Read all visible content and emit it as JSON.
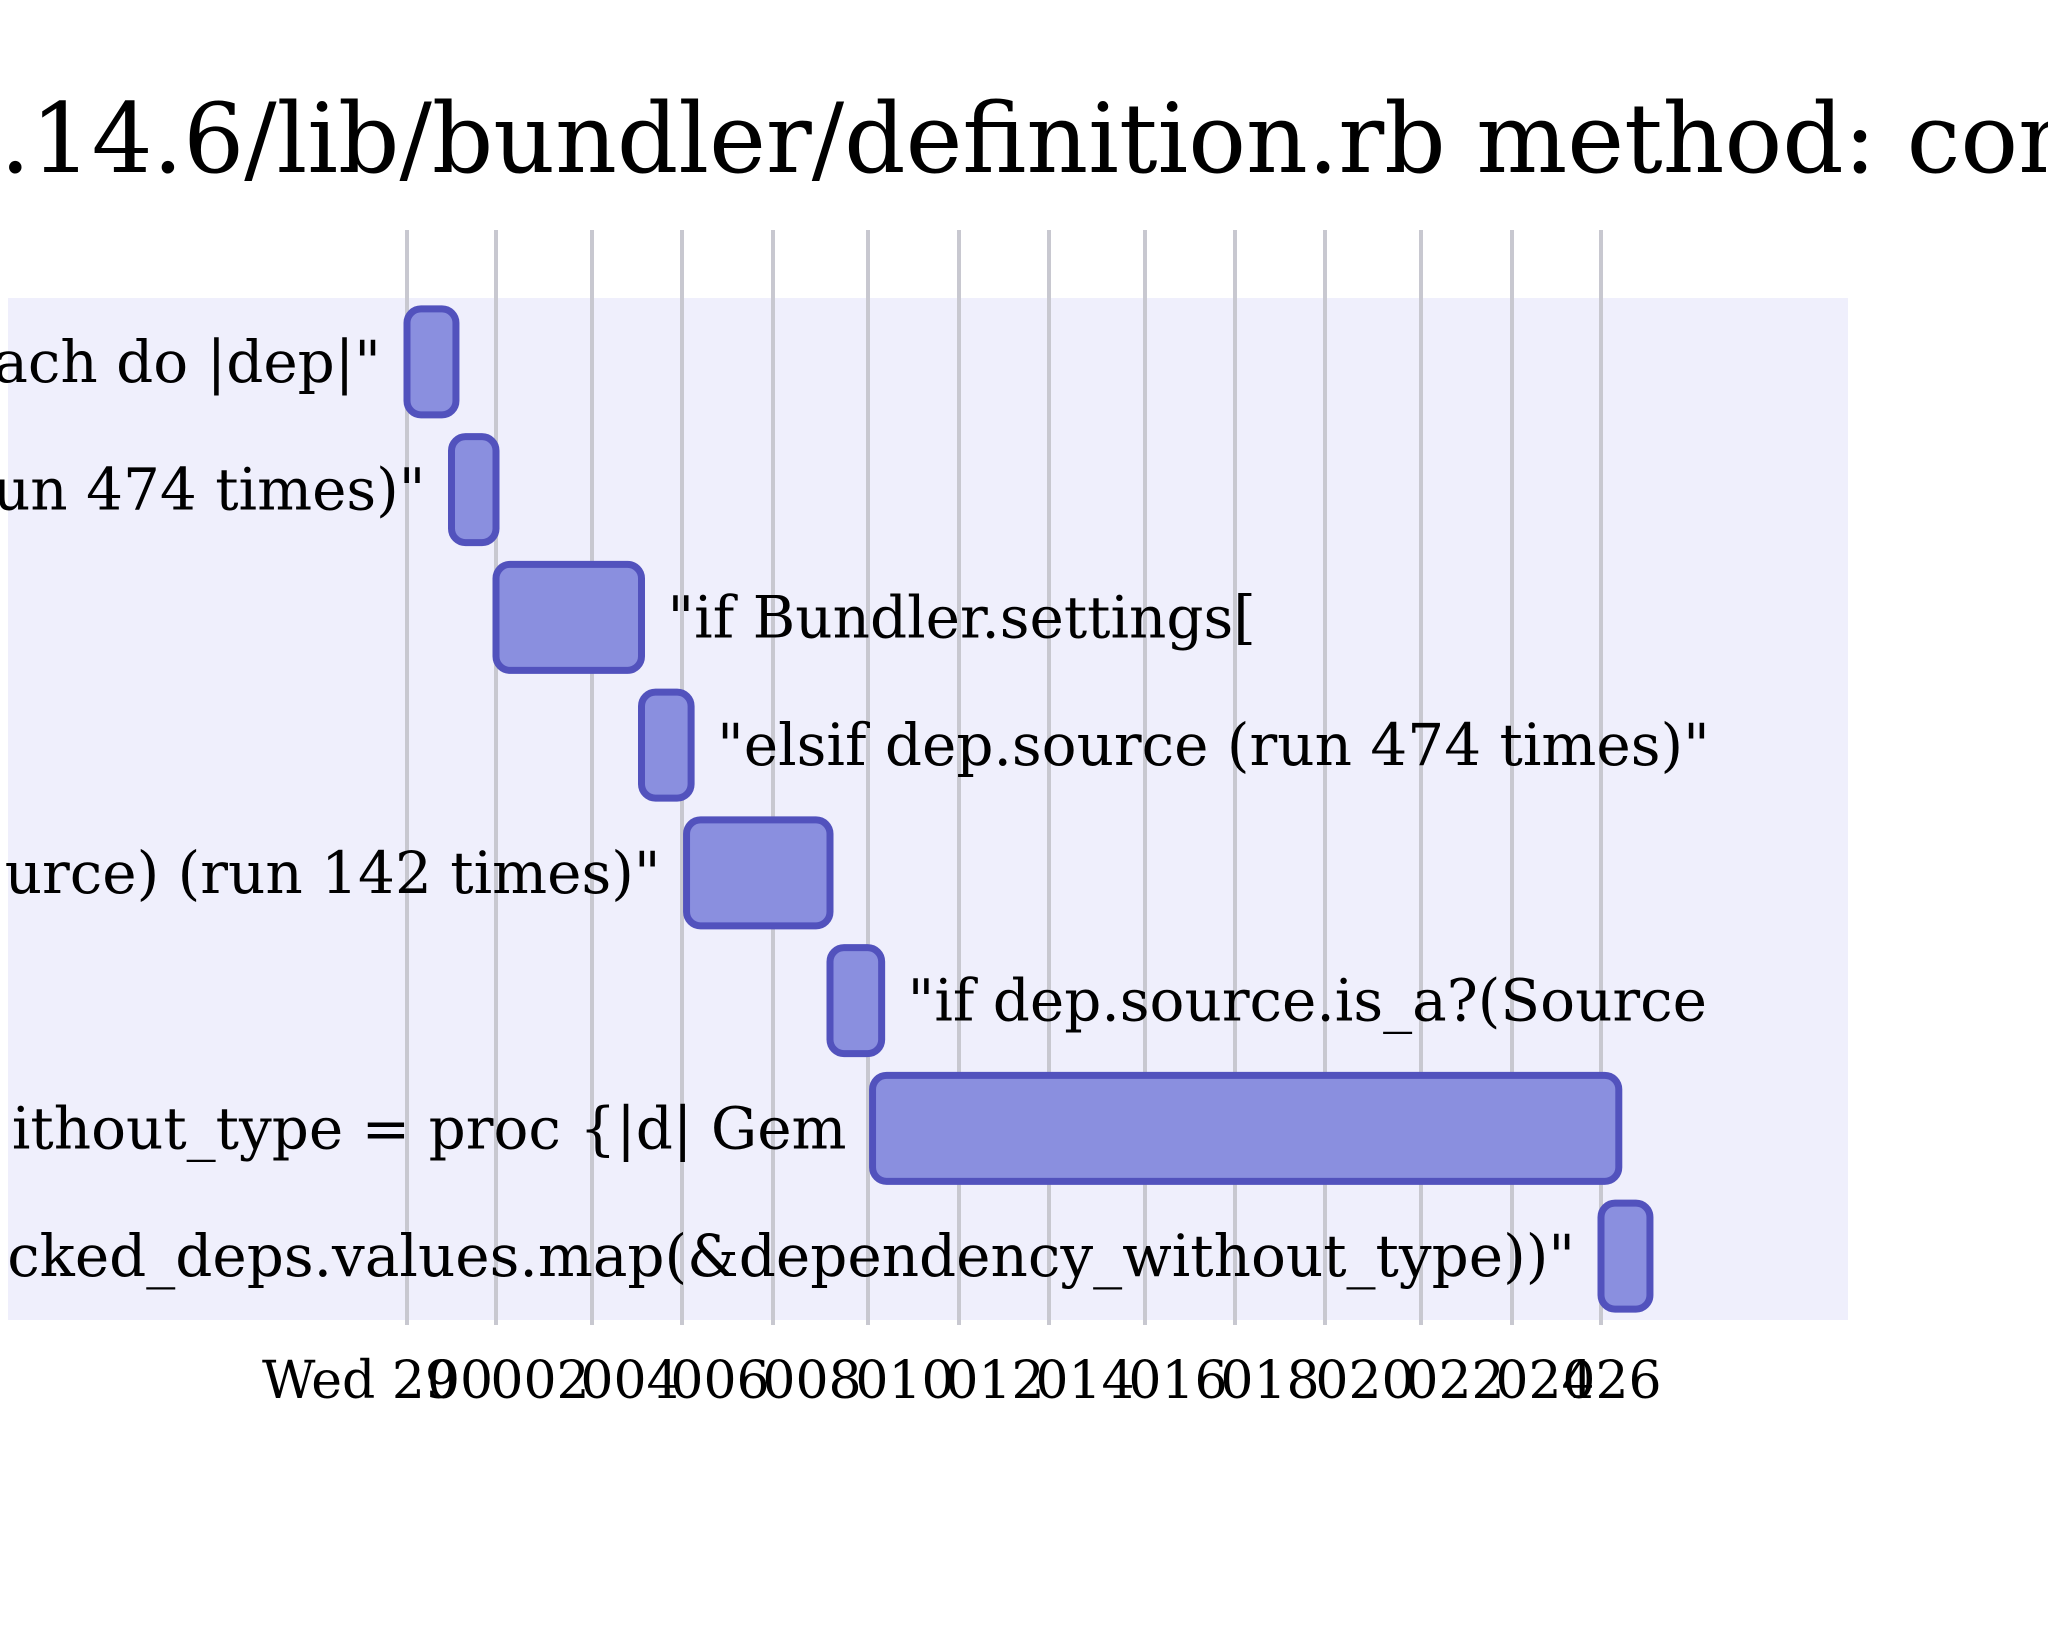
{
  "chart_data": {
    "type": "gantt",
    "title": ".14.6/lib/bundler/definition.rb method: con",
    "xlabel": "",
    "ylabel": "",
    "x_unit": "ms",
    "xlim": [
      0,
      2032
    ],
    "grid": true,
    "legend": "none",
    "ticks": [
      {
        "value": 0,
        "label": "Wed 29"
      },
      {
        "value": 0,
        "label": "00"
      },
      {
        "value": 2,
        "label": "002"
      },
      {
        "value": 4,
        "label": "004"
      },
      {
        "value": 6,
        "label": "006"
      },
      {
        "value": 8,
        "label": "008"
      },
      {
        "value": 10,
        "label": "010"
      },
      {
        "value": 12,
        "label": "012"
      },
      {
        "value": 14,
        "label": "014"
      },
      {
        "value": 16,
        "label": "016"
      },
      {
        "value": 18,
        "label": "018"
      },
      {
        "value": 20,
        "label": "020"
      },
      {
        "value": 22,
        "label": "022"
      },
      {
        "value": 24,
        "label": "024"
      },
      {
        "value": 26,
        "label": "026"
      }
    ],
    "tasks": [
      {
        "label": "ach do |dep|\"",
        "start": 0.0,
        "end": 1.1,
        "label_side": "left"
      },
      {
        "label": "un 474 times)\"",
        "start": 1.0,
        "end": 2.0,
        "label_side": "left"
      },
      {
        "label": "\"if Bundler.settings[",
        "start": 2.0,
        "end": 5.1,
        "label_side": "right"
      },
      {
        "label": "\"elsif dep.source (run 474 times)\"",
        "start": 5.1,
        "end": 6.2,
        "label_side": "right"
      },
      {
        "label": "urce) (run 142 times)\"",
        "start": 6.1,
        "end": 9.2,
        "label_side": "left"
      },
      {
        "label": "\"if dep.source.is_a?(Source",
        "start": 9.2,
        "end": 10.3,
        "label_side": "right"
      },
      {
        "label": "ithout_type = proc {|d| Gem",
        "start": 10.1,
        "end": 26.4,
        "label_side": "left"
      },
      {
        "label": "cked_deps.values.map(&dependency_without_type))\"",
        "start": 26.0,
        "end": 27.1,
        "label_side": "left"
      }
    ],
    "colors": {
      "bar_fill": "#8a8fdf",
      "bar_stroke": "#5252bd",
      "section_band": "#efeffc",
      "gridline": "#c8c8d0"
    }
  }
}
